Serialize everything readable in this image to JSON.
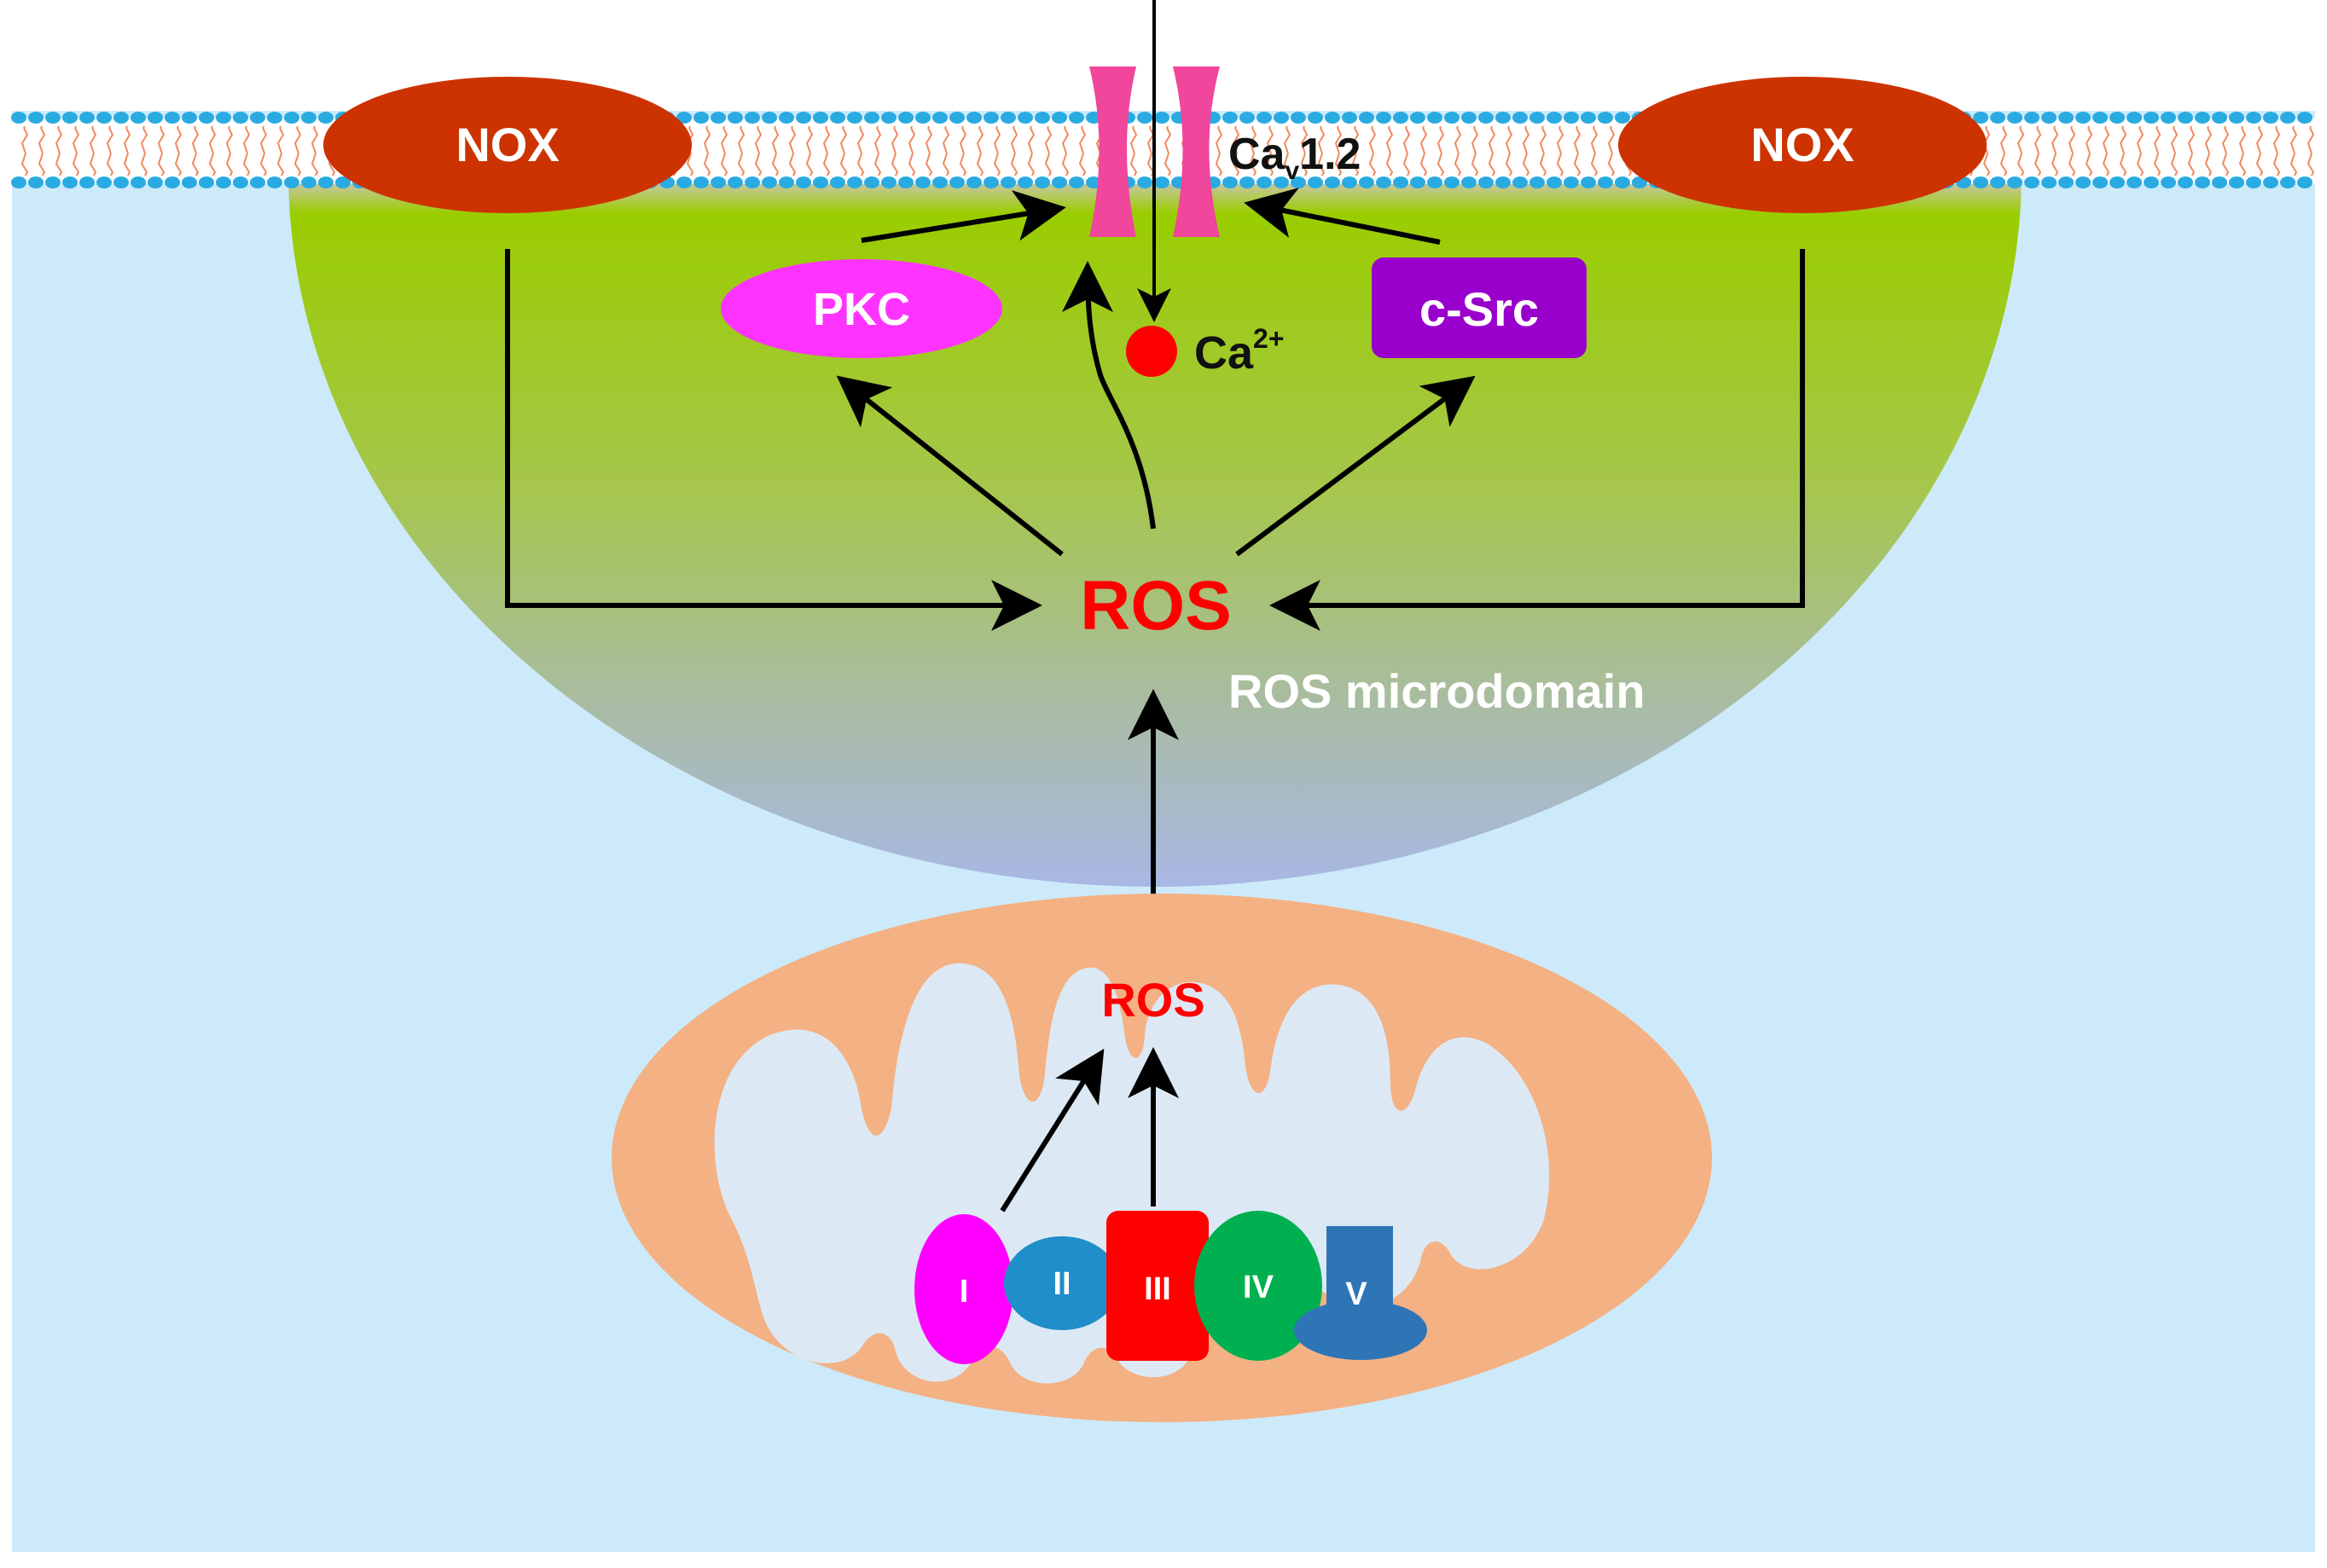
{
  "labels": {
    "nox_left": "NOX",
    "nox_right": "NOX",
    "channel_main": "Ca",
    "channel_sub": "v",
    "channel_suffix": "1.2",
    "pkc": "PKC",
    "csrc": "c-Src",
    "calcium_main": "Ca",
    "calcium_sup": "2+",
    "ros_center": "ROS",
    "microdomain": "ROS microdomain",
    "ros_mito": "ROS",
    "complex_1": "I",
    "complex_2": "II",
    "complex_3": "III",
    "complex_4": "IV",
    "complex_5": "V"
  },
  "colors": {
    "cytoplasm": "#cdeafb",
    "lipid_head": "#29abe2",
    "lipid_tail": "#f4a582",
    "nox": "#cc3300",
    "channel": "#f0469b",
    "pkc": "#ff33ff",
    "csrc": "#9900cc",
    "ros": "#ff0000",
    "microdomain_top": "#9acd00",
    "microdomain_bottom": "#a8b7e2",
    "mito_outer": "#f4b183",
    "mito_inner": "#dce9f5",
    "complex_1": "#ff00ff",
    "complex_2": "#1f8ec9",
    "complex_3": "#ff0000",
    "complex_4": "#00b050",
    "complex_5": "#2e75b6"
  }
}
